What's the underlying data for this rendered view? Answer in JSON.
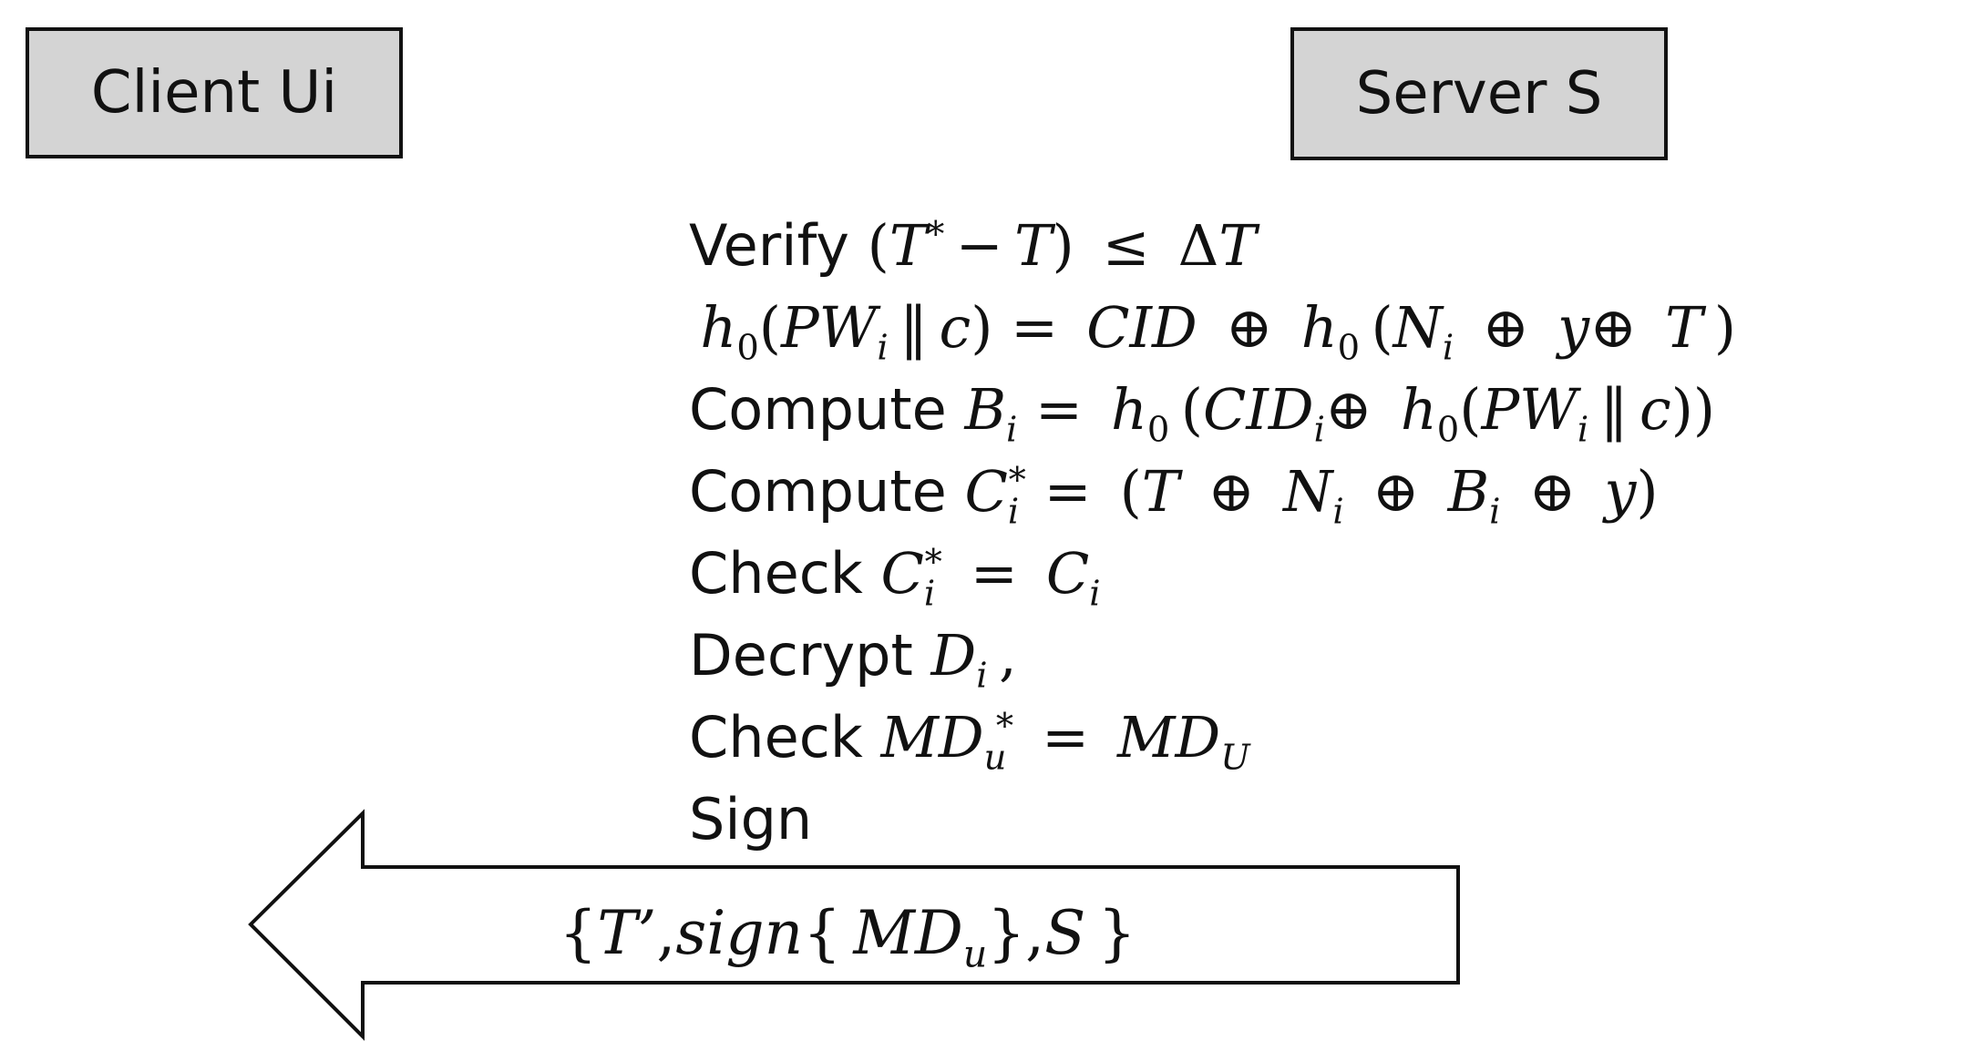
{
  "parties": {
    "client": "Client Ui",
    "server": "Server S"
  },
  "steps": [
    {
      "keyword": "Verify",
      "expr": "(T* − T) ≤ ΔT"
    },
    {
      "keyword": "",
      "expr": "h0(PWi ‖ c) = CID ⊕ h0(Ni ⊕ y ⊕ T)"
    },
    {
      "keyword": "Compute",
      "expr": "Bi = h0(CIDi ⊕ h0(PWi ‖ c))"
    },
    {
      "keyword": "Compute",
      "expr": "Ci* = (T ⊕ Ni ⊕ Bi ⊕ y)"
    },
    {
      "keyword": "Check",
      "expr": "Ci* = Ci"
    },
    {
      "keyword": "Decrypt",
      "expr": "Di ,"
    },
    {
      "keyword": "Check",
      "expr": "MDu* = MDU"
    },
    {
      "keyword": "Sign",
      "expr": ""
    }
  ],
  "message": {
    "direction": "server-to-client",
    "content": "{T’, sign{MDu}, S}"
  },
  "colors": {
    "box_fill": "#d4d4d4",
    "stroke": "#111111"
  }
}
